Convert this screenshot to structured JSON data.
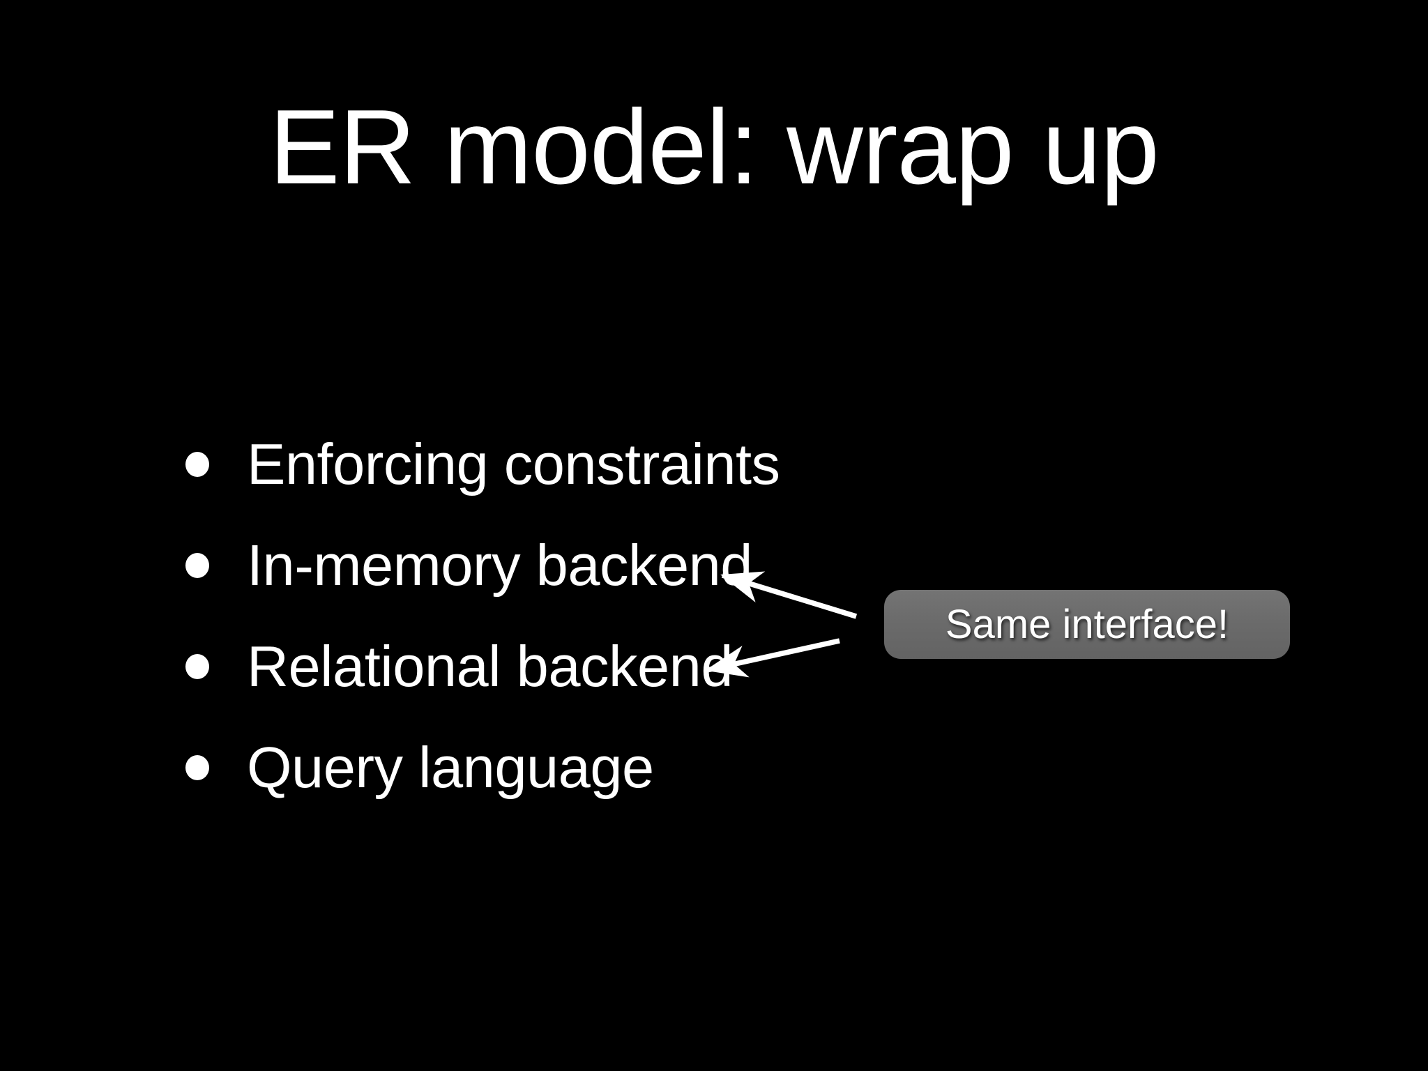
{
  "slide": {
    "background_color": "#000000",
    "text_color": "#ffffff",
    "title": "ER model: wrap up"
  },
  "bullets": [
    {
      "marker": "bullet-dot",
      "label": "Enforcing constraints"
    },
    {
      "marker": "bullet-dot",
      "label": "In-memory backend"
    },
    {
      "marker": "bullet-dot",
      "label": "Relational backend"
    },
    {
      "marker": "bullet-dot",
      "label": "Query language"
    }
  ],
  "callout": {
    "label": "Same interface!",
    "fill_color": "#6b6b6b",
    "text_color": "#ffffff",
    "points_to": [
      "In-memory backend",
      "Relational backend"
    ]
  },
  "annotations": {
    "arrow_upper": {
      "icon": "arrow-left-icon",
      "color": "#ffffff",
      "target": "In-memory backend"
    },
    "arrow_lower": {
      "icon": "arrow-left-icon",
      "color": "#ffffff",
      "target": "Relational backend"
    }
  }
}
